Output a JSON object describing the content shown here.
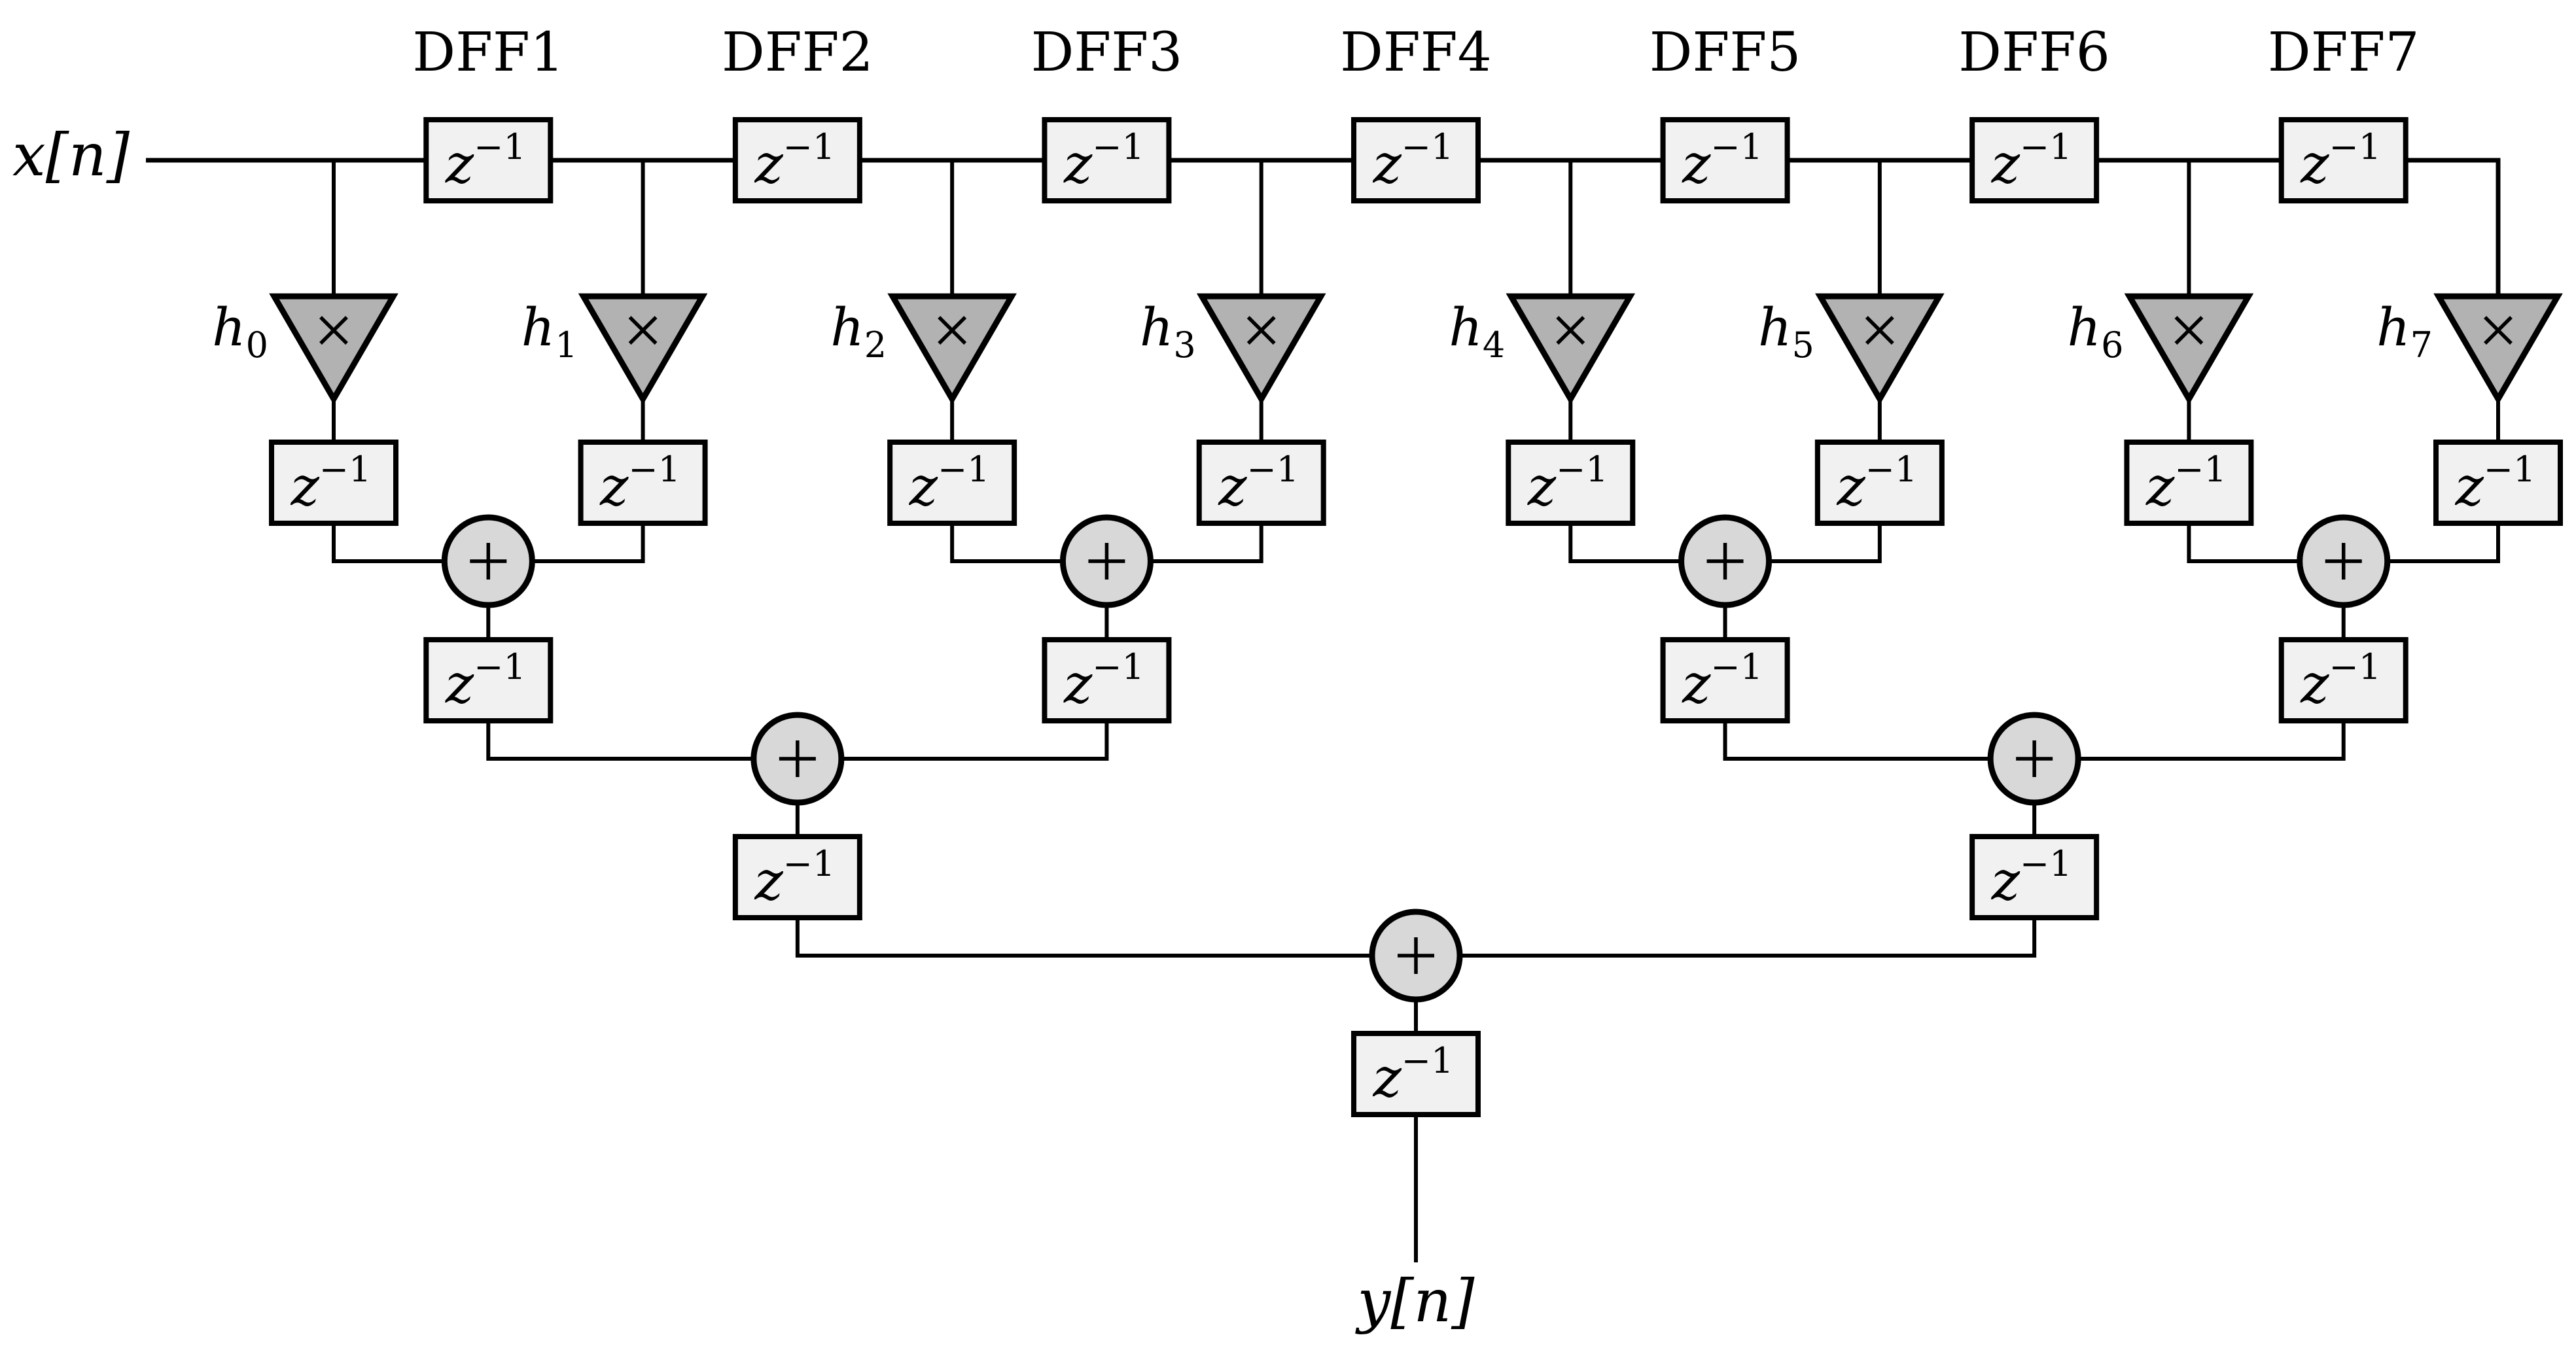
{
  "diagram": {
    "kind": "pipelined-fir-filter-block-diagram",
    "input_label": "x[n]",
    "output_label": "y[n]",
    "dff_labels": [
      "DFF1",
      "DFF2",
      "DFF3",
      "DFF4",
      "DFF5",
      "DFF6",
      "DFF7"
    ],
    "coefficient_base": "h",
    "coefficient_subscripts": [
      "0",
      "1",
      "2",
      "3",
      "4",
      "5",
      "6",
      "7"
    ],
    "delay_base": "z",
    "delay_exponent": "−1",
    "multiplier_symbol": "×",
    "adder_symbol": "+",
    "colors": {
      "background": "#ffffff",
      "stroke": "#000000",
      "delay_box_fill": "#f1f1f1",
      "adder_fill": "#d8d8d8",
      "multiplier_fill": "#b2b2b2"
    }
  }
}
